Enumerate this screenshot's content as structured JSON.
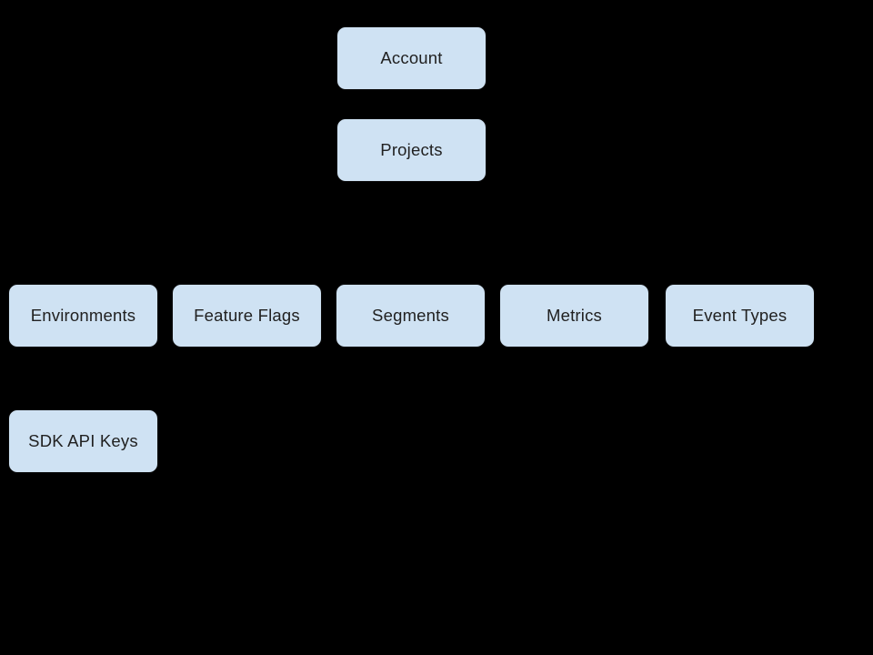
{
  "diagram": {
    "background_color": "#000000",
    "node_fill_color": "#cfe2f3",
    "node_text_color": "#212121",
    "nodes": [
      {
        "id": "account",
        "label": "Account"
      },
      {
        "id": "projects",
        "label": "Projects"
      },
      {
        "id": "environments",
        "label": "Environments"
      },
      {
        "id": "feature-flags",
        "label": "Feature Flags"
      },
      {
        "id": "segments",
        "label": "Segments"
      },
      {
        "id": "metrics",
        "label": "Metrics"
      },
      {
        "id": "event-types",
        "label": "Event Types"
      },
      {
        "id": "sdk-api-keys",
        "label": "SDK API Keys"
      }
    ]
  }
}
